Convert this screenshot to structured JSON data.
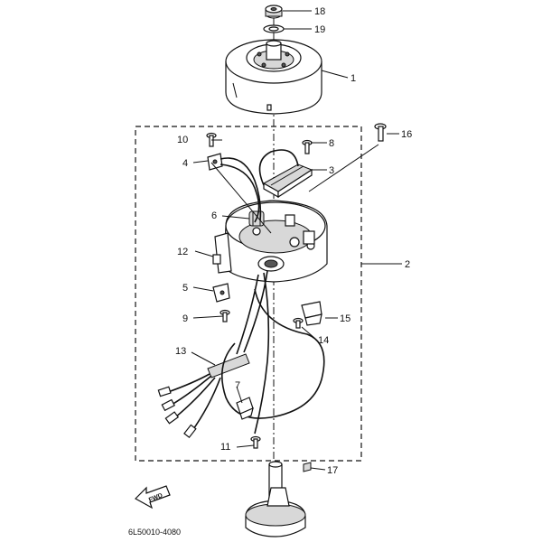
{
  "diagram": {
    "code": "6L50010-4080",
    "fwd_label": "FWD",
    "callouts": {
      "p1": "1",
      "p2": "2",
      "p3": "3",
      "p4": "4",
      "p5": "5",
      "p6": "6",
      "p7": "7",
      "p8": "8",
      "p9": "9",
      "p10": "10",
      "p11": "11",
      "p12": "12",
      "p13": "13",
      "p14": "14",
      "p15": "15",
      "p16": "16",
      "p17": "17",
      "p18": "18",
      "p19": "19"
    }
  }
}
